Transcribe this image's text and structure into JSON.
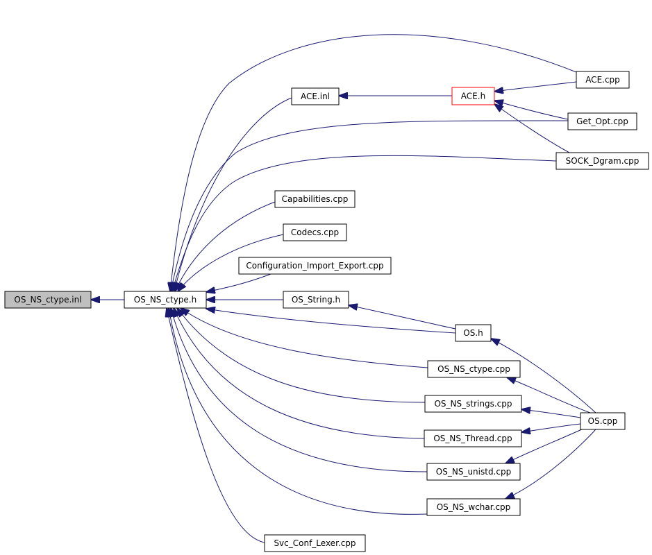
{
  "diagram": {
    "nodes": {
      "os_ns_ctype_inl": {
        "label": "OS_NS_ctype.inl",
        "root": true
      },
      "os_ns_ctype_h": {
        "label": "OS_NS_ctype.h"
      },
      "ace_inl": {
        "label": "ACE.inl"
      },
      "ace_h": {
        "label": "ACE.h",
        "highlight": "red"
      },
      "ace_cpp": {
        "label": "ACE.cpp"
      },
      "get_opt_cpp": {
        "label": "Get_Opt.cpp"
      },
      "sock_dgram_cpp": {
        "label": "SOCK_Dgram.cpp"
      },
      "capabilities_cpp": {
        "label": "Capabilities.cpp"
      },
      "codecs_cpp": {
        "label": "Codecs.cpp"
      },
      "configuration_import_export_cpp": {
        "label": "Configuration_Import_Export.cpp"
      },
      "os_string_h": {
        "label": "OS_String.h"
      },
      "os_h": {
        "label": "OS.h"
      },
      "os_ns_ctype_cpp": {
        "label": "OS_NS_ctype.cpp"
      },
      "os_ns_strings_cpp": {
        "label": "OS_NS_strings.cpp"
      },
      "os_cpp": {
        "label": "OS.cpp"
      },
      "os_ns_thread_cpp": {
        "label": "OS_NS_Thread.cpp"
      },
      "os_ns_unistd_cpp": {
        "label": "OS_NS_unistd.cpp"
      },
      "os_ns_wchar_cpp": {
        "label": "OS_NS_wchar.cpp"
      },
      "svc_conf_lexer_cpp": {
        "label": "Svc_Conf_Lexer.cpp"
      }
    },
    "edges": [
      {
        "from": "os_ns_ctype_h",
        "to": "os_ns_ctype_inl"
      },
      {
        "from": "ace_inl",
        "to": "os_ns_ctype_h"
      },
      {
        "from": "ace_h",
        "to": "ace_inl"
      },
      {
        "from": "ace_cpp",
        "to": "ace_h"
      },
      {
        "from": "get_opt_cpp",
        "to": "ace_h"
      },
      {
        "from": "sock_dgram_cpp",
        "to": "ace_h"
      },
      {
        "from": "ace_cpp",
        "to": "os_ns_ctype_h"
      },
      {
        "from": "get_opt_cpp",
        "to": "os_ns_ctype_h"
      },
      {
        "from": "sock_dgram_cpp",
        "to": "os_ns_ctype_h"
      },
      {
        "from": "capabilities_cpp",
        "to": "os_ns_ctype_h"
      },
      {
        "from": "codecs_cpp",
        "to": "os_ns_ctype_h"
      },
      {
        "from": "configuration_import_export_cpp",
        "to": "os_ns_ctype_h"
      },
      {
        "from": "os_string_h",
        "to": "os_ns_ctype_h"
      },
      {
        "from": "os_h",
        "to": "os_string_h"
      },
      {
        "from": "os_h",
        "to": "os_ns_ctype_h"
      },
      {
        "from": "os_ns_ctype_cpp",
        "to": "os_ns_ctype_h"
      },
      {
        "from": "os_ns_strings_cpp",
        "to": "os_ns_ctype_h"
      },
      {
        "from": "os_ns_thread_cpp",
        "to": "os_ns_ctype_h"
      },
      {
        "from": "os_ns_unistd_cpp",
        "to": "os_ns_ctype_h"
      },
      {
        "from": "os_ns_wchar_cpp",
        "to": "os_ns_ctype_h"
      },
      {
        "from": "svc_conf_lexer_cpp",
        "to": "os_ns_ctype_h"
      },
      {
        "from": "os_cpp",
        "to": "os_h"
      },
      {
        "from": "os_cpp",
        "to": "os_ns_ctype_cpp"
      },
      {
        "from": "os_cpp",
        "to": "os_ns_strings_cpp"
      },
      {
        "from": "os_cpp",
        "to": "os_ns_thread_cpp"
      },
      {
        "from": "os_cpp",
        "to": "os_ns_unistd_cpp"
      },
      {
        "from": "os_cpp",
        "to": "os_ns_wchar_cpp"
      }
    ],
    "colors": {
      "edge": "#191970",
      "root_fill": "#bfbfbf",
      "highlight_border": "#ff0000"
    }
  }
}
